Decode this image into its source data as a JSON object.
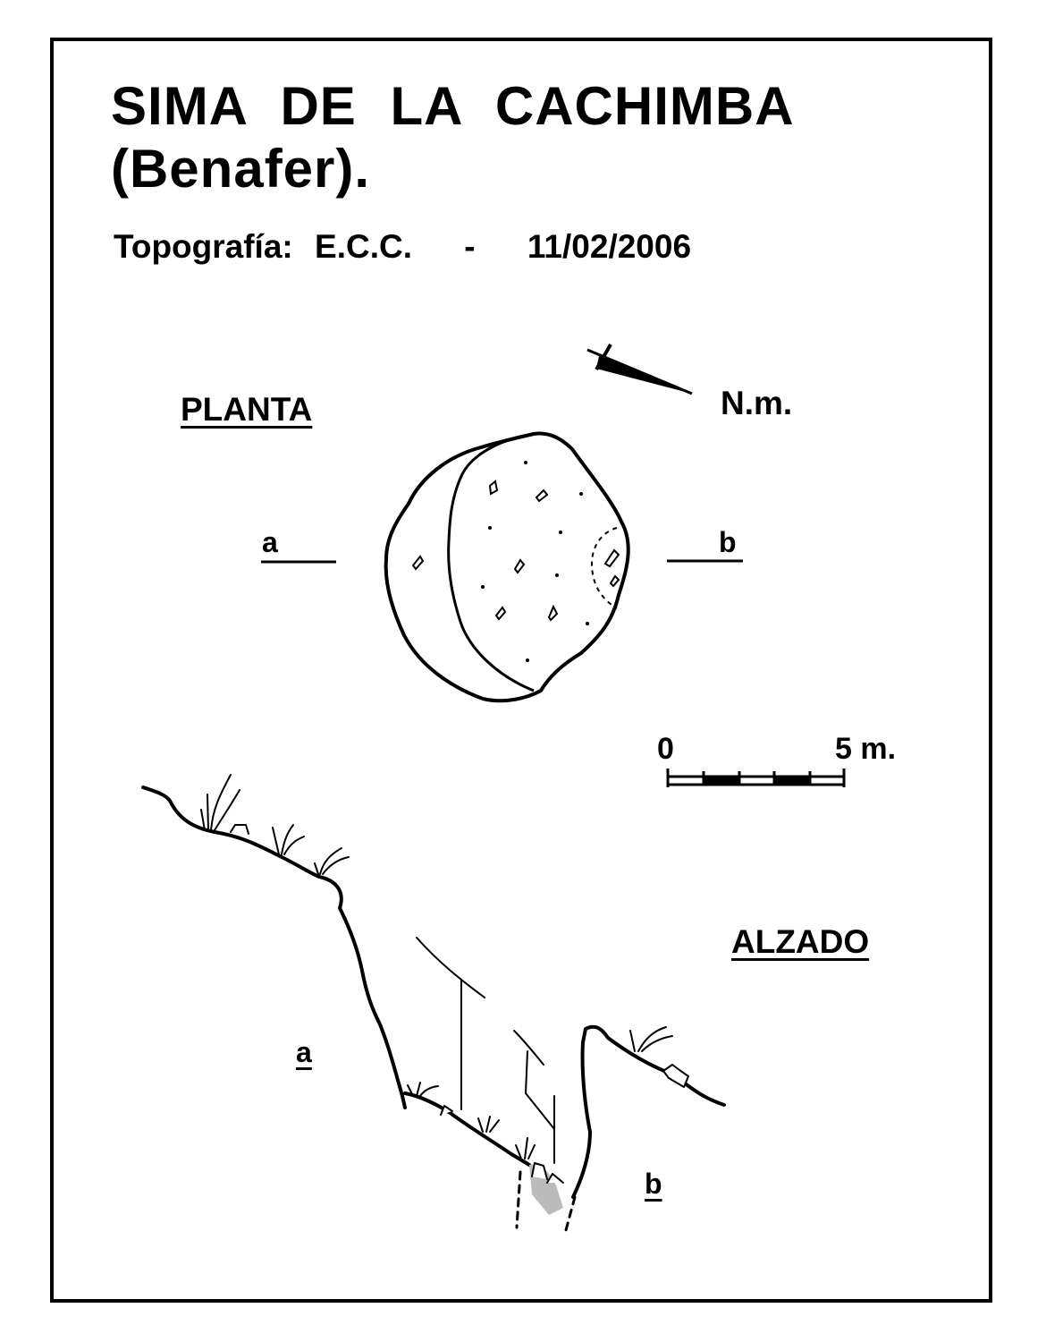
{
  "title": {
    "line1": "SIMA DE LA CACHIMBA",
    "line2": "(Benafer)."
  },
  "survey": {
    "prefix": "Topografía:",
    "author": "E.C.C.",
    "separator": "-",
    "date": "11/02/2006"
  },
  "north": {
    "label": "N.m."
  },
  "plan": {
    "label": "PLANTA",
    "section_start": "a",
    "section_end": "b"
  },
  "scale": {
    "zero": "0",
    "max": "5 m."
  },
  "elevation": {
    "label": "ALZADO",
    "point_a": "a",
    "point_b": "b"
  },
  "colors": {
    "ink": "#000000",
    "paper": "#ffffff",
    "stipple": "#bbbbbb"
  }
}
